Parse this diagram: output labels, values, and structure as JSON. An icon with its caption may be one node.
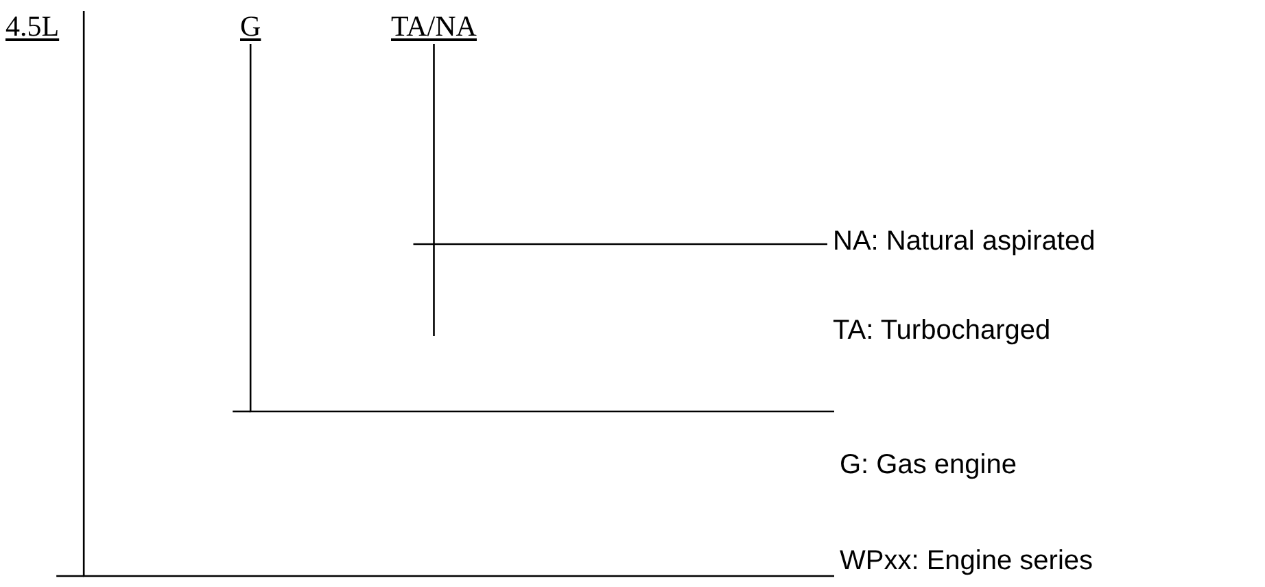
{
  "diagram": {
    "nodes": [
      {
        "text": [
          "4.5L"
        ]
      },
      {
        "text": [
          "G"
        ]
      },
      {
        "text": [
          "TA/NA"
        ]
      },
      {
        "text": [
          "NA: Natural aspirated"
        ]
      },
      {
        "text": [
          "TA: Turbocharged"
        ]
      },
      {
        "text": [
          "G: Gas engine"
        ]
      },
      {
        "text": [
          "WPxx: Engine series"
        ]
      }
    ],
    "edges": [
      {
        "from": 2,
        "to": 3,
        "arrow": "none"
      },
      {
        "from": 1,
        "to": 5,
        "arrow": "none"
      },
      {
        "from": 0,
        "to": 6,
        "arrow": "none"
      }
    ]
  }
}
